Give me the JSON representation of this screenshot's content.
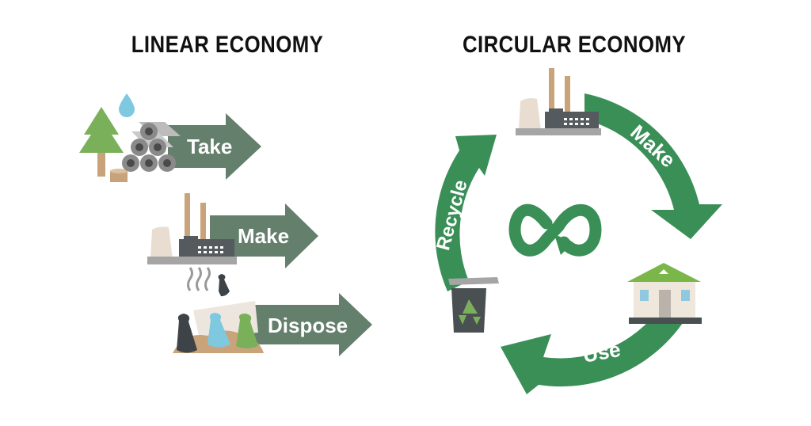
{
  "linear": {
    "title": "LINEAR ECONOMY",
    "steps": [
      {
        "label": "Take"
      },
      {
        "label": "Make"
      },
      {
        "label": "Dispose"
      }
    ]
  },
  "circular": {
    "title": "CIRCULAR ECONOMY",
    "stages": [
      {
        "label": "Make"
      },
      {
        "label": "Use"
      },
      {
        "label": "Recycle"
      }
    ]
  },
  "colors": {
    "linear_arrow": "#647f6c",
    "circular_arrow": "#3a8f57",
    "title": "#111111",
    "factory_gray": "#555a5e",
    "chimney": "#c9a47a",
    "tree": "#7bb05a",
    "water": "#7ec9e0",
    "roof": "#7ab648"
  }
}
